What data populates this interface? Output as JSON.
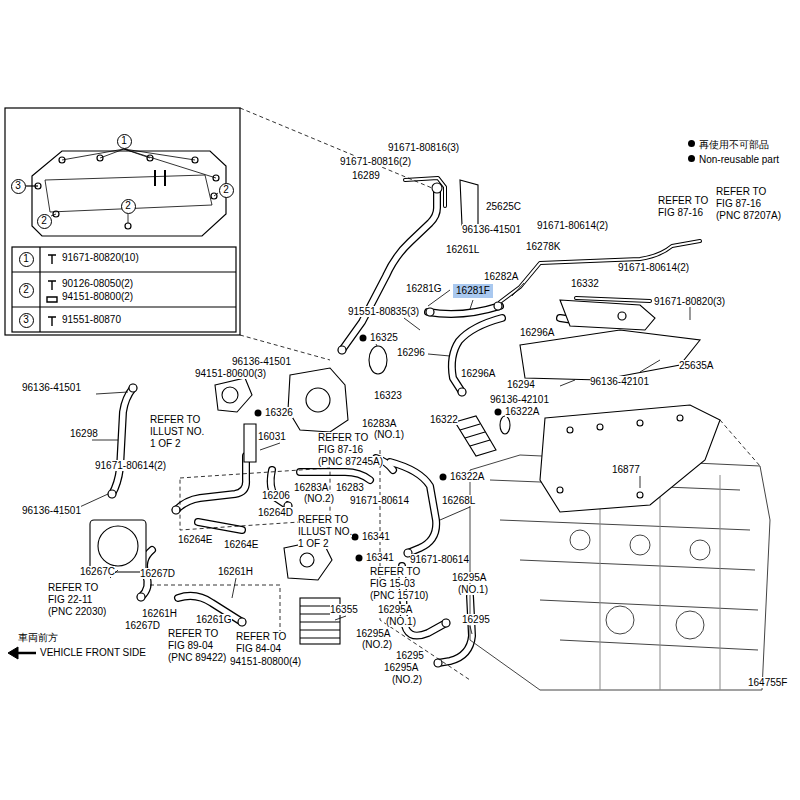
{
  "diagram": {
    "nodes": [
      {
        "text": [
          "1"
        ]
      },
      {
        "text": [
          "3"
        ]
      },
      {
        "text": [
          "2"
        ]
      },
      {
        "text": [
          "2"
        ]
      },
      {
        "text": [
          "2"
        ]
      },
      {
        "text": [
          "1"
        ]
      },
      {
        "text": [
          "2"
        ]
      },
      {
        "text": [
          "3"
        ]
      },
      {
        "text": [
          "16281F"
        ]
      }
    ],
    "labels": [
      "91671-80816(3)",
      "91671-80816(2)",
      "16289",
      "25625C",
      "REFER TO FIG 87-16",
      "REFER TO FIG 87-16 (PNC 87207A)",
      "91671-80614(2)",
      "96136-41501",
      "16261L",
      "16278K",
      "91671-80614(2)",
      "16282A",
      "16281G",
      "16332",
      "91671-80820(3)",
      "91551-80835(3)",
      "16325",
      "16296A",
      "16296",
      "96136-41501",
      "25635A",
      "94151-80600(3)",
      "16296A",
      "96136-42101",
      "16294",
      "96136-41501",
      "16323",
      "96136-42101",
      "16326",
      "16322A",
      "REFER TO ILLUST NO. 1 OF 2",
      "16283A",
      "(NO.1)",
      "16322",
      "16298",
      "16031",
      "REFER TO FIG 87-16 (PNC 87245A)",
      "91671-80614(2)",
      "16877",
      "16322A",
      "16283A",
      "16283",
      "(NO.2)",
      "16206",
      "91671-80614",
      "16268L",
      "96136-41501",
      "16264D",
      "REFER TO ILLUST NO. 1 OF 2",
      "16341",
      "16264E",
      "16264E",
      "16341",
      "91671-80614",
      "REFER TO FIG 15-03 (PNC 15710)",
      "16261H",
      "16267C",
      "16267D",
      "16295A",
      "REFER TO FIG 22-11 (PNC 22030)",
      "(NO.1)",
      "16355",
      "16295A",
      "16261H",
      "(NO.1)",
      "16295",
      "16261G",
      "16267D",
      "REFER TO FIG 89-04 (PNC 89422)",
      "REFER TO FIG 84-04",
      "16295A",
      "(NO.2)",
      "16295",
      "16295A",
      "(NO.2)",
      "94151-80800(4)",
      "車両前方",
      "VEHICLE FRONT SIDE",
      "164755F",
      "91671-80820(10)",
      "90126-08050(2)",
      "94151-80800(2)",
      "91551-80870"
    ],
    "legend": [
      {
        "text": "再使用不可部品"
      },
      {
        "text": "Non-reusable part"
      }
    ]
  }
}
